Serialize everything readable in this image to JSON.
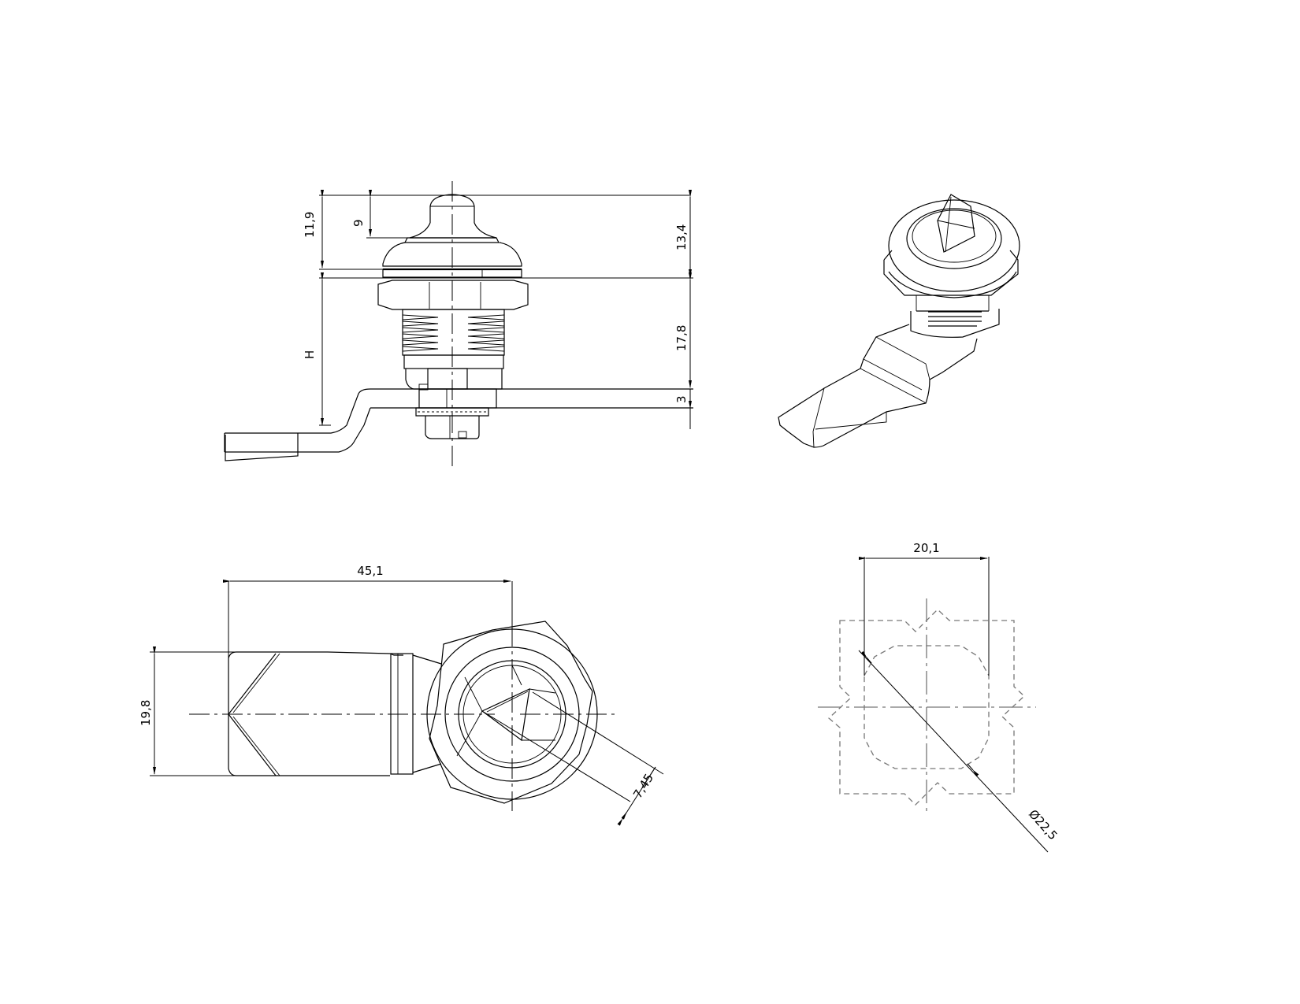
{
  "drawing": {
    "type": "technical-drawing",
    "subject": "quarter-turn cam lock",
    "views": {
      "front": {
        "name": "front-elevation",
        "dimensions": {
          "top_total_left": "11,9",
          "knob_height": "9",
          "top_total_right": "13,4",
          "body_height": "17,8",
          "cam_thickness": "3",
          "variable_height": "H"
        }
      },
      "isometric": {
        "name": "isometric-view"
      },
      "bottom": {
        "name": "top-plan-view",
        "dimensions": {
          "cam_length": "45,1",
          "cam_width": "19,8",
          "cam_offset": "7,45"
        }
      },
      "cutout": {
        "name": "panel-cutout",
        "dimensions": {
          "flat_width": "20,1",
          "diameter": "Ø22,5"
        }
      }
    },
    "colors": {
      "line": "#000000",
      "hidden_line": "#777777",
      "background": "#ffffff"
    }
  }
}
